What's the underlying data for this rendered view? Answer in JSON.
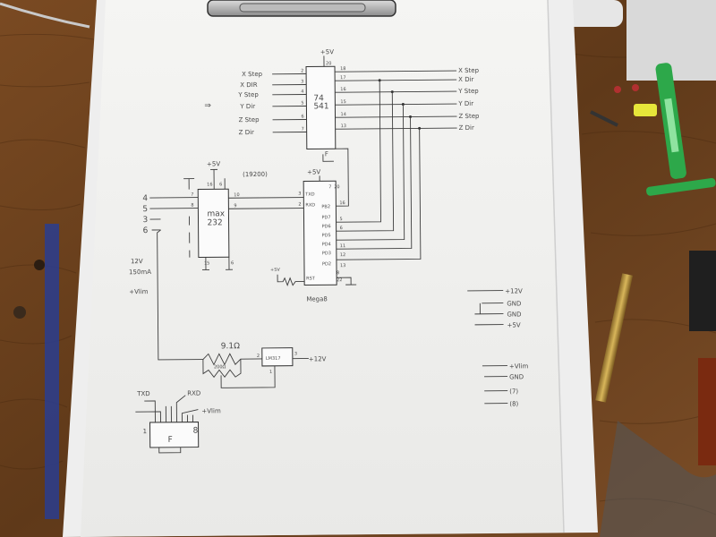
{
  "schematic": {
    "ic_74541": {
      "name_line1": "74",
      "name_line2": "541",
      "power": "+5V",
      "pins_left": [
        "2",
        "3",
        "4",
        "5",
        "6",
        "7"
      ],
      "pins_right": [
        "18",
        "17",
        "16",
        "15",
        "14",
        "13"
      ],
      "top_pin": "20",
      "bottom_pin": "F"
    },
    "inputs_left": [
      "X Step",
      "X DIR",
      "Y Step",
      "Y Dir",
      "Z Step",
      "Z Dir"
    ],
    "outputs_right": [
      "X Step",
      "X Dir",
      "Y Step",
      "Y Dir",
      "Z Step",
      "Z Dir"
    ],
    "max232": {
      "name_line1": "max",
      "name_line2": "232",
      "power": "+5V",
      "pin_top_a": "16",
      "pin_top_b": "6",
      "pins_left": [
        "7",
        "8"
      ],
      "pin_10": "10",
      "pin_9": "9",
      "pin_bottom_a": "15",
      "pin_bottom_b": "6"
    },
    "db9_pins": [
      "4",
      "5",
      "3",
      "6"
    ],
    "baud": "(19200)",
    "mega8": {
      "name": "Mega8",
      "power": "+5V",
      "pins_left_labels": [
        "TXD",
        "RXD"
      ],
      "pins_left_nums": [
        "3",
        "2"
      ],
      "pins_right_labels": [
        "PB2",
        "PD7",
        "PD6",
        "PD5",
        "PD4",
        "PD3",
        "PD2"
      ],
      "pins_right_nums": [
        "16",
        "5",
        "6",
        "11",
        "12",
        "13"
      ],
      "reset_label": "RST",
      "reset_supply": "+5V",
      "top_nums": [
        "7",
        "20"
      ],
      "bottom_nums": [
        "8",
        "22"
      ]
    },
    "power_notes": {
      "line1": "12V",
      "line2": "150mA",
      "vlim": "+Vlim"
    },
    "regulator": {
      "name": "LM317",
      "pin_in": "2",
      "pin_out": "3",
      "pin_adj": "1",
      "r1": "9.1Ω",
      "r2": "200Ω",
      "out": "+12V"
    },
    "connector": {
      "name": "F",
      "txd": "TXD",
      "rxd": "RXD",
      "pin1": "1",
      "pin8": "8",
      "vlim": "+Vlim"
    },
    "legend_top": [
      "+12V",
      "GND",
      "GND",
      "+5V"
    ],
    "legend_bottom": [
      "+Vlim",
      "GND",
      "(7)",
      "(8)"
    ]
  }
}
